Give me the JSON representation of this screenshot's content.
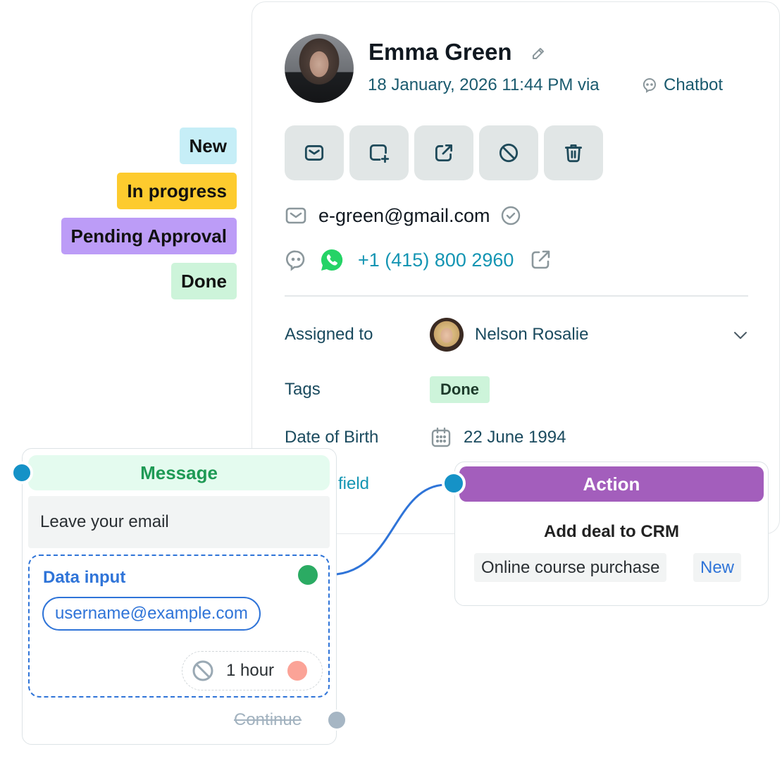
{
  "contact": {
    "name": "Emma Green",
    "meta": "18 January, 2026 11:44 PM via",
    "channel": "Chatbot",
    "email": "e-green@gmail.com",
    "phone": "+1 (415) 800 2960",
    "icons": [
      "email-icon",
      "add-icon",
      "external-link-icon",
      "block-icon",
      "trash-icon"
    ]
  },
  "details": {
    "assigned_label": "Assigned to",
    "assignee": "Nelson Rosalie",
    "tags_label": "Tags",
    "tag": "Done",
    "dob_label": "Date of Birth",
    "dob": "22 June 1994",
    "field_link": "field"
  },
  "statuses": [
    {
      "label": "New",
      "color": "#c6eef7"
    },
    {
      "label": "In progress",
      "color": "#fdcb2e"
    },
    {
      "label": "Pending Approval",
      "color": "#bc9cf7"
    },
    {
      "label": "Done",
      "color": "#cdf4da"
    }
  ],
  "message_node": {
    "title": "Message",
    "text": "Leave your email",
    "data_input_title": "Data input",
    "email_placeholder": "username@example.com",
    "timeout": "1 hour",
    "continue": "Continue"
  },
  "action_node": {
    "title": "Action",
    "subtitle": "Add deal to CRM",
    "deal": "Online course purchase",
    "deal_status": "New"
  },
  "colors": {
    "accent_blue": "#2f74d8",
    "teal": "#1495b3",
    "action_purple": "#a35ebc",
    "message_green": "#1e9a55"
  }
}
